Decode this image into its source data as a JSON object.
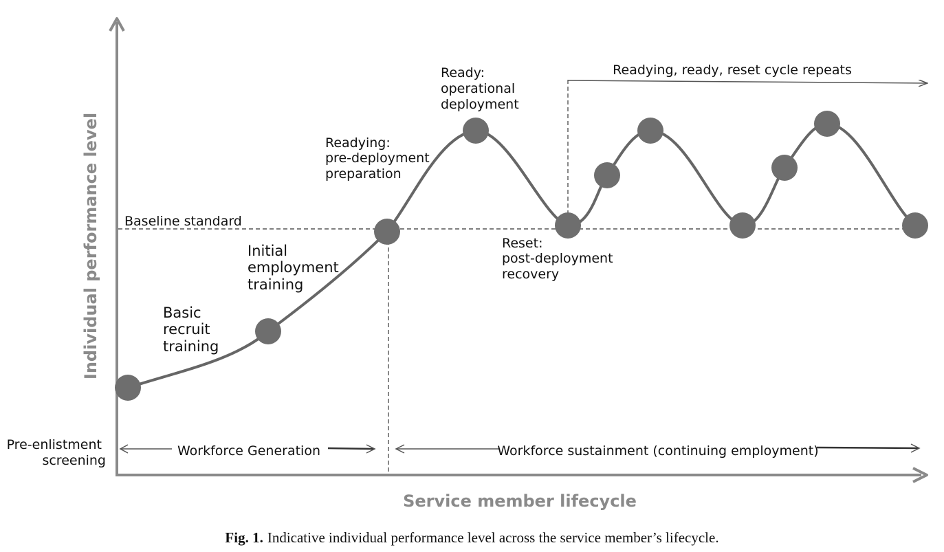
{
  "diagram": {
    "axes": {
      "y_title": "Individual performance level",
      "x_title": "Service member lifecycle"
    },
    "baseline_label": "Baseline standard",
    "pre_enlistment": [
      "Pre-enlistment",
      "screening"
    ],
    "stages": {
      "basic": [
        "Basic",
        "recruit",
        "training"
      ],
      "initial": [
        "Initial",
        "employment",
        "training"
      ],
      "readying": [
        "Readying:",
        "pre-deployment",
        "preparation"
      ],
      "ready": [
        "Ready:",
        "operational",
        "deployment"
      ],
      "reset": [
        "Reset:",
        "post-deployment",
        "recovery"
      ]
    },
    "cycle_label": "Readying, ready, reset cycle repeats",
    "phases": {
      "generation": "Workforce Generation",
      "sustainment": "Workforce sustainment (continuing employment)"
    },
    "colors": {
      "curve": "#666666",
      "node": "#6e6e6e",
      "axis": "#8a8a8a",
      "dashed": "#555555"
    }
  },
  "caption": {
    "label": "Fig. 1.",
    "text": "Indicative individual performance level across the service member’s lifecycle."
  }
}
